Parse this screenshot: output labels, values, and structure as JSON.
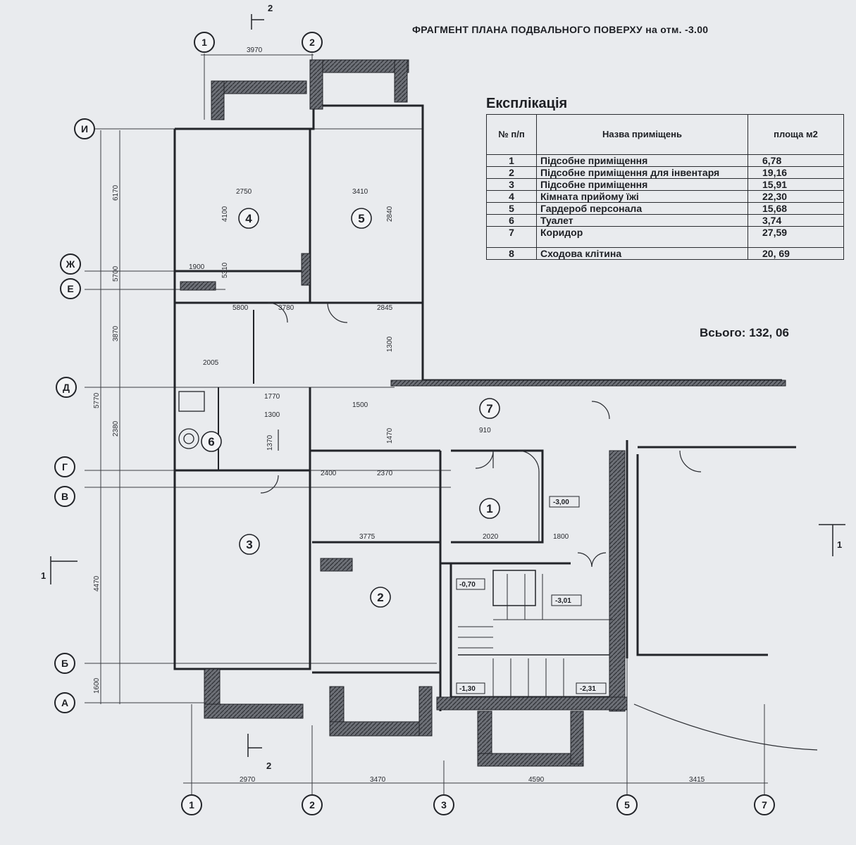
{
  "plan_title": "ФРАГМЕНТ ПЛАНА ПОДВАЛЬНОГО ПОВЕРХУ на отм. -3.00",
  "explication": {
    "title": "Експлікація",
    "headers": [
      "№ п/п",
      "Назва приміщень",
      "площа м2"
    ],
    "rows": [
      {
        "n": "1",
        "name": "Підсобне приміщення",
        "area": "6,78"
      },
      {
        "n": "2",
        "name": "Підсобне приміщення для інвентаря",
        "area": "19,16"
      },
      {
        "n": "3",
        "name": "Підсобне приміщення",
        "area": "15,91"
      },
      {
        "n": "4",
        "name": "Кімната прийому їжі",
        "area": "22,30"
      },
      {
        "n": "5",
        "name": "Гардероб персонала",
        "area": "15,68"
      },
      {
        "n": "6",
        "name": "Туалет",
        "area": "3,74"
      },
      {
        "n": "7",
        "name": "Коридор",
        "area": "27,59"
      },
      {
        "n": "8",
        "name": "Сходова клітина",
        "area": "20, 69"
      }
    ],
    "total": "Всього: 132, 06"
  },
  "axes": {
    "vertical_top": [
      "1",
      "2"
    ],
    "vertical_bottom": [
      "1",
      "2",
      "3",
      "5",
      "7"
    ],
    "horizontal": [
      "И",
      "Ж",
      "Е",
      "Д",
      "Г",
      "В",
      "Б",
      "А"
    ]
  },
  "room_numbers": [
    "1",
    "2",
    "3",
    "4",
    "5",
    "6",
    "7"
  ],
  "section_marks": [
    "2",
    "2",
    "1",
    "1"
  ],
  "dimensions": {
    "top": [
      "3970"
    ],
    "bottom": [
      "2970",
      "3470",
      "4590",
      "3415"
    ],
    "left": [
      "6170",
      "5700",
      "3870",
      "5770",
      "2380",
      "4470",
      "1600"
    ],
    "interior": [
      "2750",
      "3410",
      "4100",
      "2840",
      "1900",
      "5310",
      "5800",
      "3780",
      "2845",
      "1500",
      "910",
      "1300",
      "2005",
      "1770",
      "2400",
      "3775",
      "2020",
      "1800",
      "2370",
      "1470",
      "1300",
      "1370"
    ]
  },
  "levels": [
    "-3,00",
    "-3,01",
    "-0,70",
    "-1,30",
    "-2,31"
  ]
}
